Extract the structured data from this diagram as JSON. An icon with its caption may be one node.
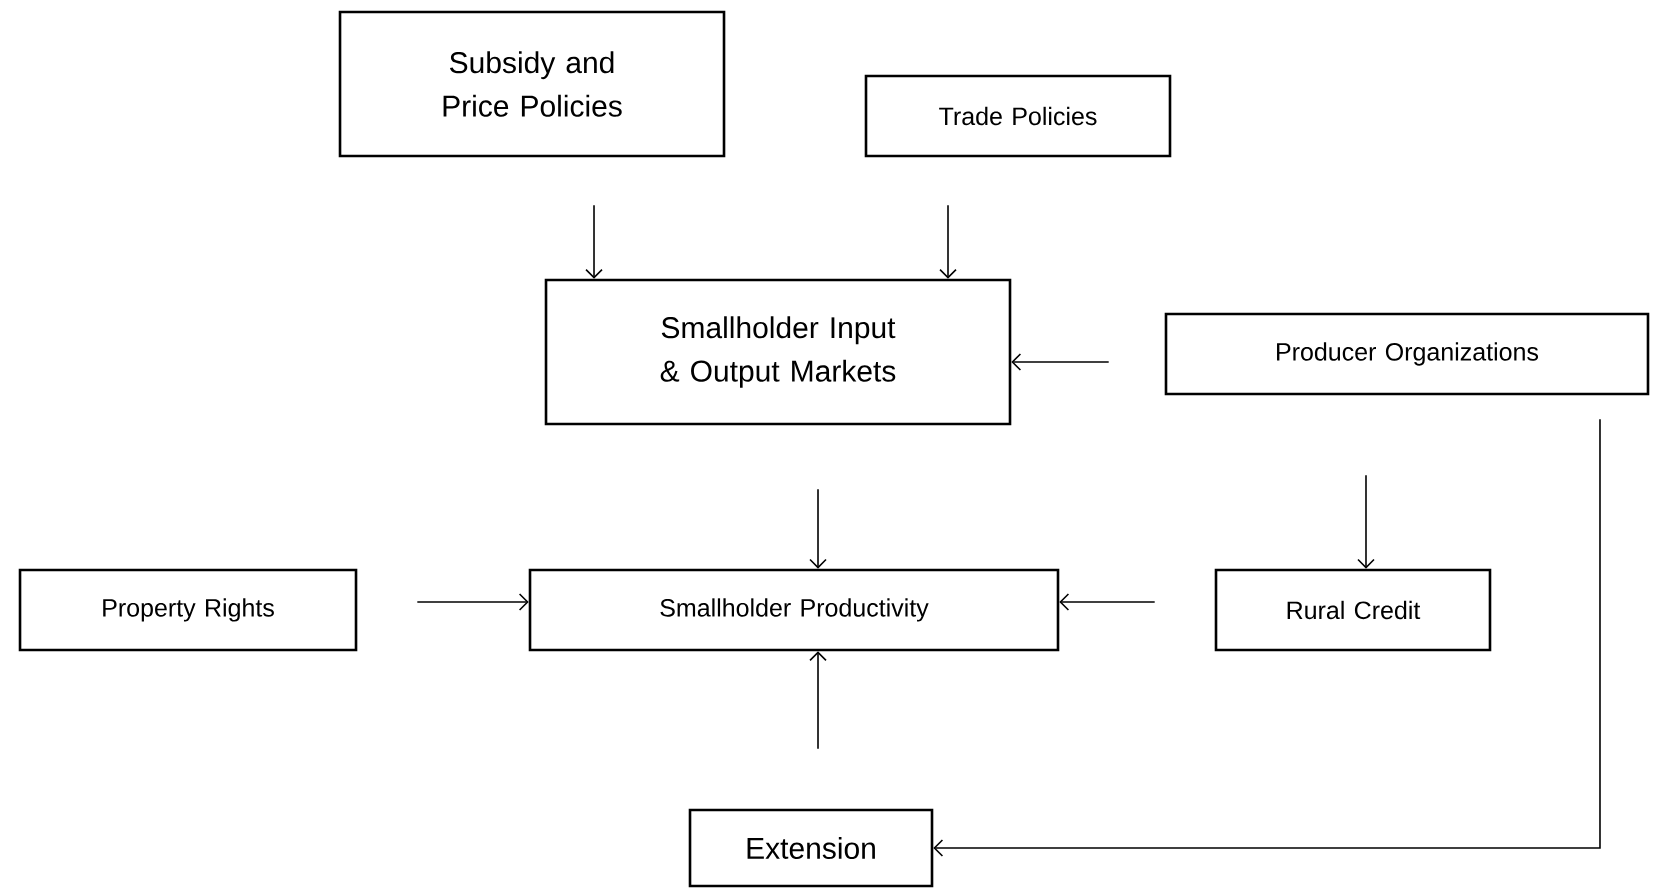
{
  "diagram": {
    "nodes": [
      {
        "text": [
          "Subsidy and Price Policies"
        ]
      },
      {
        "text": [
          "Trade Policies"
        ]
      },
      {
        "text": [
          "Smallholder Input & Output Markets"
        ]
      },
      {
        "text": [
          "Producer Organizations"
        ]
      },
      {
        "text": [
          "Property Rights"
        ]
      },
      {
        "text": [
          "Smallholder Productivity"
        ]
      },
      {
        "text": [
          "Rural Credit"
        ]
      },
      {
        "text": [
          "Extension"
        ]
      }
    ],
    "edges": [
      {
        "from": 0,
        "to": 2,
        "arrow": "to"
      },
      {
        "from": 1,
        "to": 2,
        "arrow": "to"
      },
      {
        "from": 3,
        "to": 2,
        "arrow": "to"
      },
      {
        "from": 2,
        "to": 5,
        "arrow": "to"
      },
      {
        "from": 3,
        "to": 6,
        "arrow": "to"
      },
      {
        "from": 4,
        "to": 5,
        "arrow": "to"
      },
      {
        "from": 6,
        "to": 5,
        "arrow": "to"
      },
      {
        "from": 7,
        "to": 5,
        "arrow": "to"
      },
      {
        "from": 3,
        "to": 7,
        "arrow": "to"
      }
    ]
  }
}
